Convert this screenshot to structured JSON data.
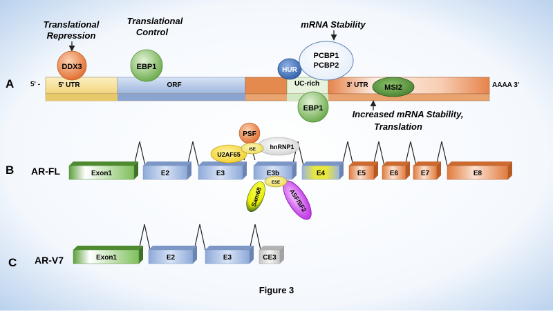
{
  "panels": {
    "a": "A",
    "b": "B",
    "c": "C"
  },
  "annotations": {
    "translational_repression": [
      "Translational",
      "Repression"
    ],
    "translational_control": [
      "Translational",
      "Control"
    ],
    "mrna_stability": "mRNA Stability",
    "increased_stability": [
      "Increased mRNA Stability,",
      "Translation"
    ]
  },
  "mrna": {
    "five_prime": "5' -",
    "utr5": "5' UTR",
    "orf": "ORF",
    "uc_rich": "UC-rich",
    "utr3": "3' UTR",
    "poly_a": "AAAA 3'"
  },
  "proteins": {
    "ddx3": "DDX3",
    "ebp1_top": "EBP1",
    "hur": "HUR",
    "pcbp1": "PCBP1",
    "pcbp2": "PCBP2",
    "ebp1_bottom": "EBP1",
    "msi2": "MSI2",
    "psf": "PSF",
    "ise": "ISE",
    "u2af65": "U2AF65",
    "hnrnp1": "hnRNP1",
    "ese": "ESE",
    "sam68": "Sam68",
    "asf": "ASF/SF2"
  },
  "ar_fl": {
    "label": "AR-FL",
    "exons": [
      "Exon1",
      "E2",
      "E3",
      "E3b",
      "E4",
      "E5",
      "E6",
      "E7",
      "E8"
    ]
  },
  "ar_v7": {
    "label": "AR-V7",
    "exons": [
      "Exon1",
      "E2",
      "E3",
      "CE3"
    ]
  },
  "caption": "Figure 3",
  "colors": {
    "background": "#dbe9f7",
    "green": "#77b556",
    "blue": "#9db5dd",
    "orange": "#e58a4e",
    "yellow": "#e9e24c",
    "gray": "#d6d6d6"
  }
}
